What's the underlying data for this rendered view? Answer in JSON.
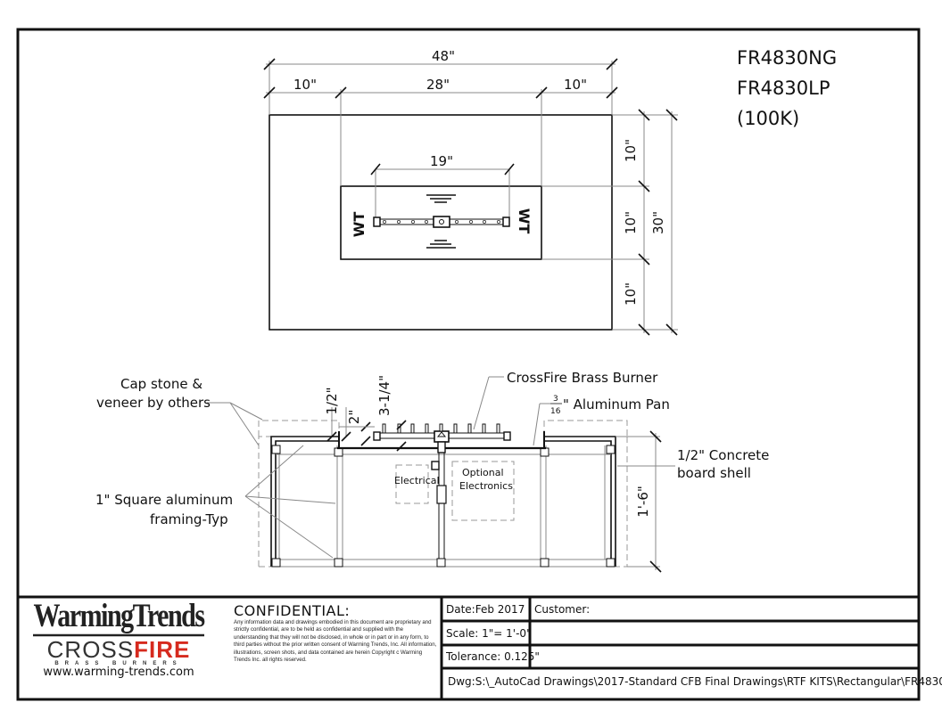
{
  "models": [
    "FR4830NG",
    "FR4830LP",
    "(100K)"
  ],
  "top_view": {
    "dim_overall": "48\"",
    "dim_left": "10\"",
    "dim_center": "28\"",
    "dim_right": "10\"",
    "dim_burner": "19\"",
    "dim_v_top": "10\"",
    "dim_v_mid": "10\"",
    "dim_v_bot": "10\"",
    "dim_v_total": "30\"",
    "wt_left": "WT",
    "wt_right": "WT"
  },
  "section_view": {
    "cap_stone_1": "Cap stone &",
    "cap_stone_2": "veneer by others",
    "framing_1": "1\" Square aluminum",
    "framing_2": "framing-Typ",
    "burner_label": "CrossFire Brass Burner",
    "pan_frac_num": "3",
    "pan_frac_den": "16",
    "pan_label": "\" Aluminum Pan",
    "shell_1": "1/2\" Concrete",
    "shell_2": "board shell",
    "electrical": "Electrical",
    "optional_1": "Optional",
    "optional_2": "Electronics",
    "dim_half": "1/2\"",
    "dim_2": "2\"",
    "dim_3q": "3-1/4\"",
    "dim_height": "1'-6\""
  },
  "title_block": {
    "logo_text": "WarmingTrends",
    "logo_sub_1": "CROSS",
    "logo_sub_2": "FIRE",
    "logo_sub_3": "BRASS BURNERS",
    "website": "www.warming-trends.com",
    "confidential_title": "CONFIDENTIAL:",
    "confidential_text": "Any information data and drawings embodied in this document are proprietary and strictly confidential, are to be held as confidential and supplied with the understanding that they will not be disclosed, in whole or in part or in any form, to third parties without the prior written consent of Warming Trends, Inc. All information, illustrations, screen shots, and data contained are herein Copyright c Warming Trends Inc. all rights reserved.",
    "date": "Date:Feb 2017",
    "customer": "Customer:",
    "scale": "Scale: 1\"= 1'-0\"",
    "tolerance": "Tolerance: 0.125\"",
    "dwg": "Dwg:S:\\_AutoCad Drawings\\2017-Standard CFB Final Drawings\\RTF KITS\\Rectangular\\FR4830"
  },
  "colors": {
    "line": "#111111",
    "accent": "#d62a1e"
  }
}
